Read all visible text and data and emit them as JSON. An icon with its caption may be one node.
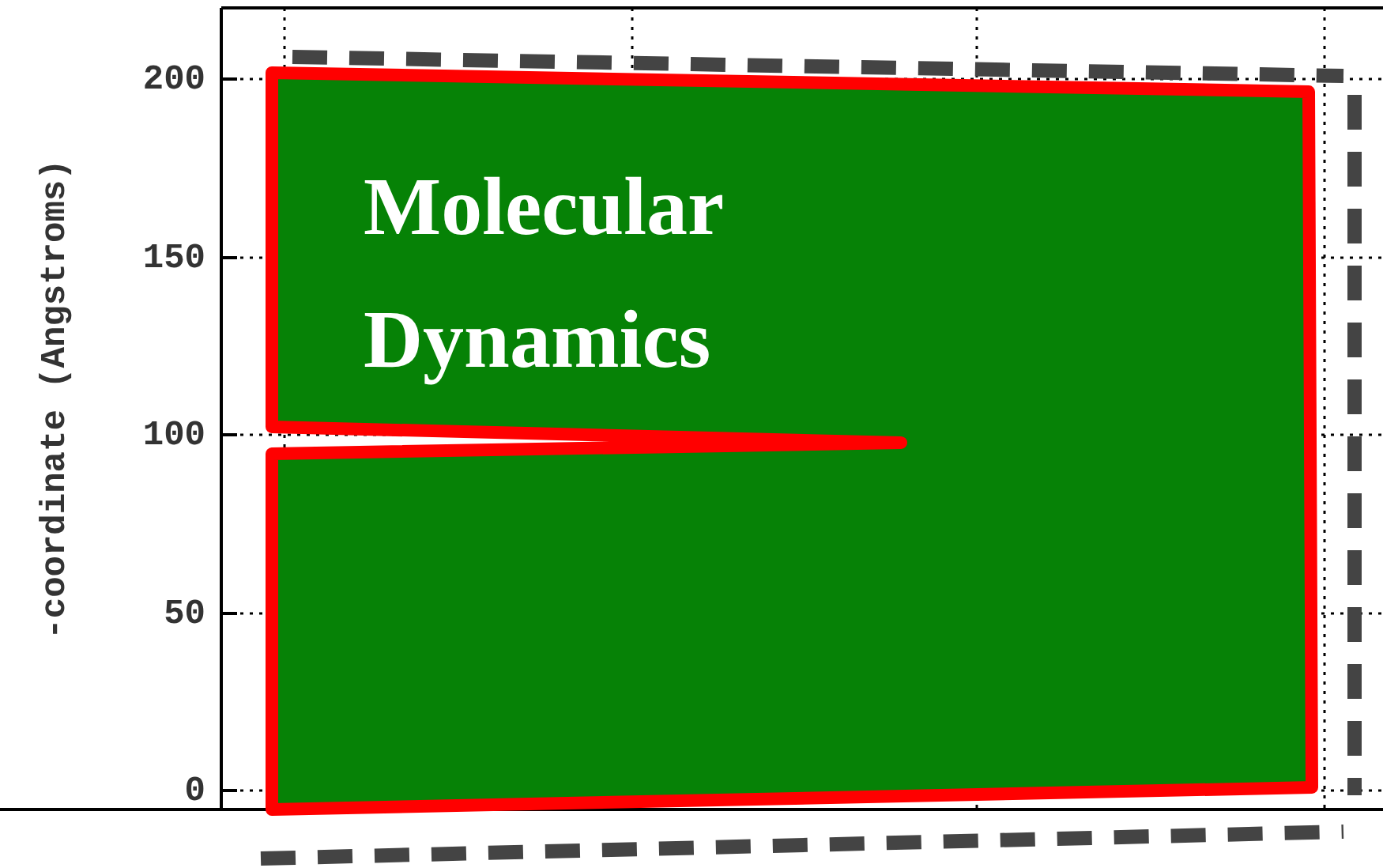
{
  "diagram": {
    "nodes": [
      {
        "text": [],
        "shape": "box"
      },
      {
        "text": [
          "Molecular Dynamics"
        ],
        "in": 0
      }
    ],
    "edges": [],
    "labels": [
      "-coordinate (Angstroms)",
      "200",
      "150",
      "100",
      "50",
      "0"
    ]
  }
}
